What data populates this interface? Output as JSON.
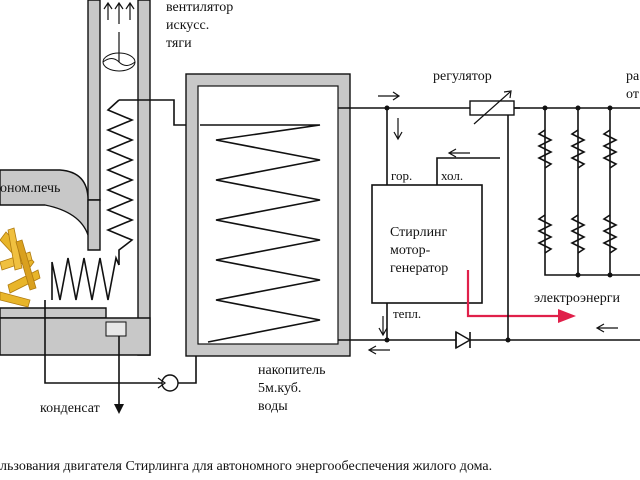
{
  "labels": {
    "fan_line1": "вентилятор",
    "fan_line2": "искусс.",
    "fan_line3": "тяги",
    "stove": "оном.печь",
    "regulator": "регулятор",
    "radiator_line1": "ра",
    "radiator_line2": "от",
    "hot": "гор.",
    "cold": "хол.",
    "stirling_line1": "Стирлинг",
    "stirling_line2": "мотор-",
    "stirling_line3": "генератор",
    "heat": "тепл.",
    "electricity": "электроэнерги",
    "storage_line1": "накопитель",
    "storage_line2": "5м.куб.",
    "storage_line3": "воды",
    "condensate": "конденсат"
  },
  "caption": "льзования двигателя Стирлинга для автономного энергообеспечения жилого дома.",
  "colors": {
    "wall": "#c8c8c8",
    "line": "#111111",
    "electric_arrow": "#e0204a",
    "flame": "#e8b52a"
  }
}
